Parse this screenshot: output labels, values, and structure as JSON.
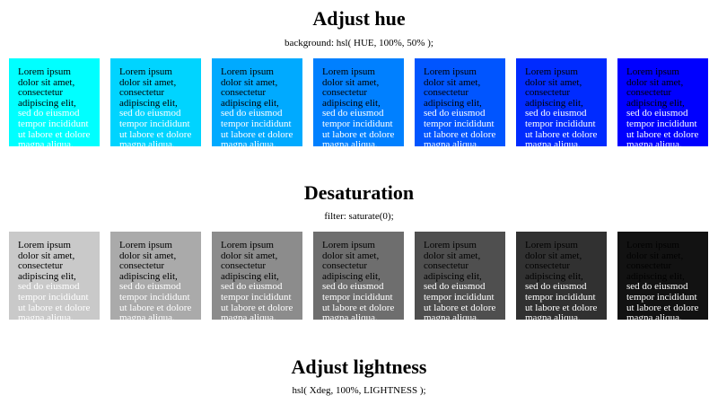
{
  "sections": [
    {
      "title": "Adjust hue",
      "subtitle": "background: hsl( HUE, 100%, 50% );"
    },
    {
      "title": "Desaturation",
      "subtitle": "filter: saturate(0);"
    },
    {
      "title": "Adjust lightness",
      "subtitle": "hsl( Xdeg, 100%, LIGHTNESS );"
    }
  ],
  "box_text": {
    "dark": "Lorem ipsum dolor sit amet, consectetur adipiscing elit,",
    "light": " sed do eiusmod tempor incididunt ut labore et dolore magna aliqua."
  },
  "hues": [
    180,
    190,
    200,
    210,
    220,
    230,
    240
  ]
}
